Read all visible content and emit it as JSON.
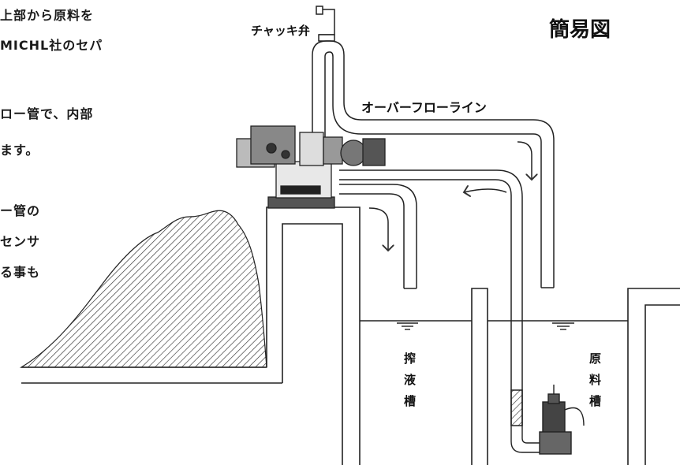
{
  "side_text": [
    "上部から原料を",
    "MICHL社のセパ",
    "ロー管で、内部",
    "ます。",
    "ー管の",
    "センサ",
    "る事も"
  ],
  "diagram": {
    "title": "簡易図",
    "check_valve_label": "チャッキ弁",
    "overflow_line_label": "オーバーフローライン",
    "press_tank_label": [
      "搾",
      "液",
      "槽"
    ],
    "raw_tank_label": [
      "原",
      "料",
      "槽"
    ]
  }
}
